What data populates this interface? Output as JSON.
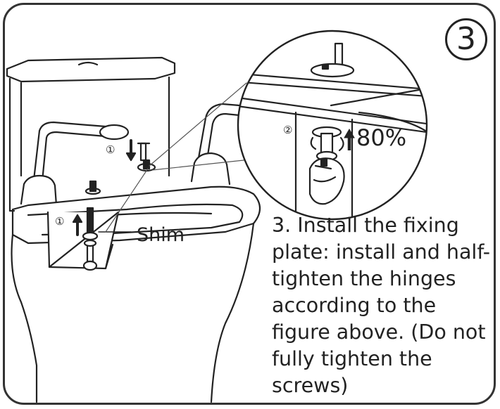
{
  "step_number": "3",
  "labels": {
    "step1_tank": "①",
    "step1_bowl": "①",
    "step2_detail": "②",
    "tighten_percent": "80%",
    "shim": "Shim"
  },
  "instruction": "3. Install the fixing plate: install and half-tighten the hinges according to the figure above. (Do not fully tighten the screws)",
  "colors": {
    "line": "#222222",
    "frame": "#333333",
    "background": "#ffffff"
  }
}
